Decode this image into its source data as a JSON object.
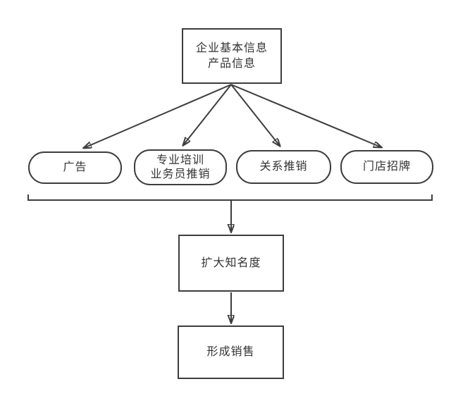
{
  "diagram": {
    "title": "marketing-awareness-flowchart",
    "root": {
      "id": "root",
      "line1": "企业基本信息",
      "line2": "产品信息"
    },
    "channels": [
      {
        "id": "ad",
        "label": "广告"
      },
      {
        "id": "training",
        "label": "专业培训",
        "label2": "业务员推销"
      },
      {
        "id": "relationship",
        "label": "关系推销"
      },
      {
        "id": "storefront",
        "label": "门店招牌"
      }
    ],
    "awareness": {
      "id": "awareness",
      "label": "扩大知名度"
    },
    "sales": {
      "id": "sales",
      "label": "形成销售"
    },
    "edges": [
      {
        "from": "root",
        "to": "ad"
      },
      {
        "from": "root",
        "to": "training"
      },
      {
        "from": "root",
        "to": "relationship"
      },
      {
        "from": "root",
        "to": "storefront"
      },
      {
        "from": "channels-bracket",
        "to": "awareness"
      },
      {
        "from": "awareness",
        "to": "sales"
      }
    ]
  },
  "colors": {
    "line": "#3d3d3d",
    "text": "#333333",
    "background": "#ffffff"
  }
}
